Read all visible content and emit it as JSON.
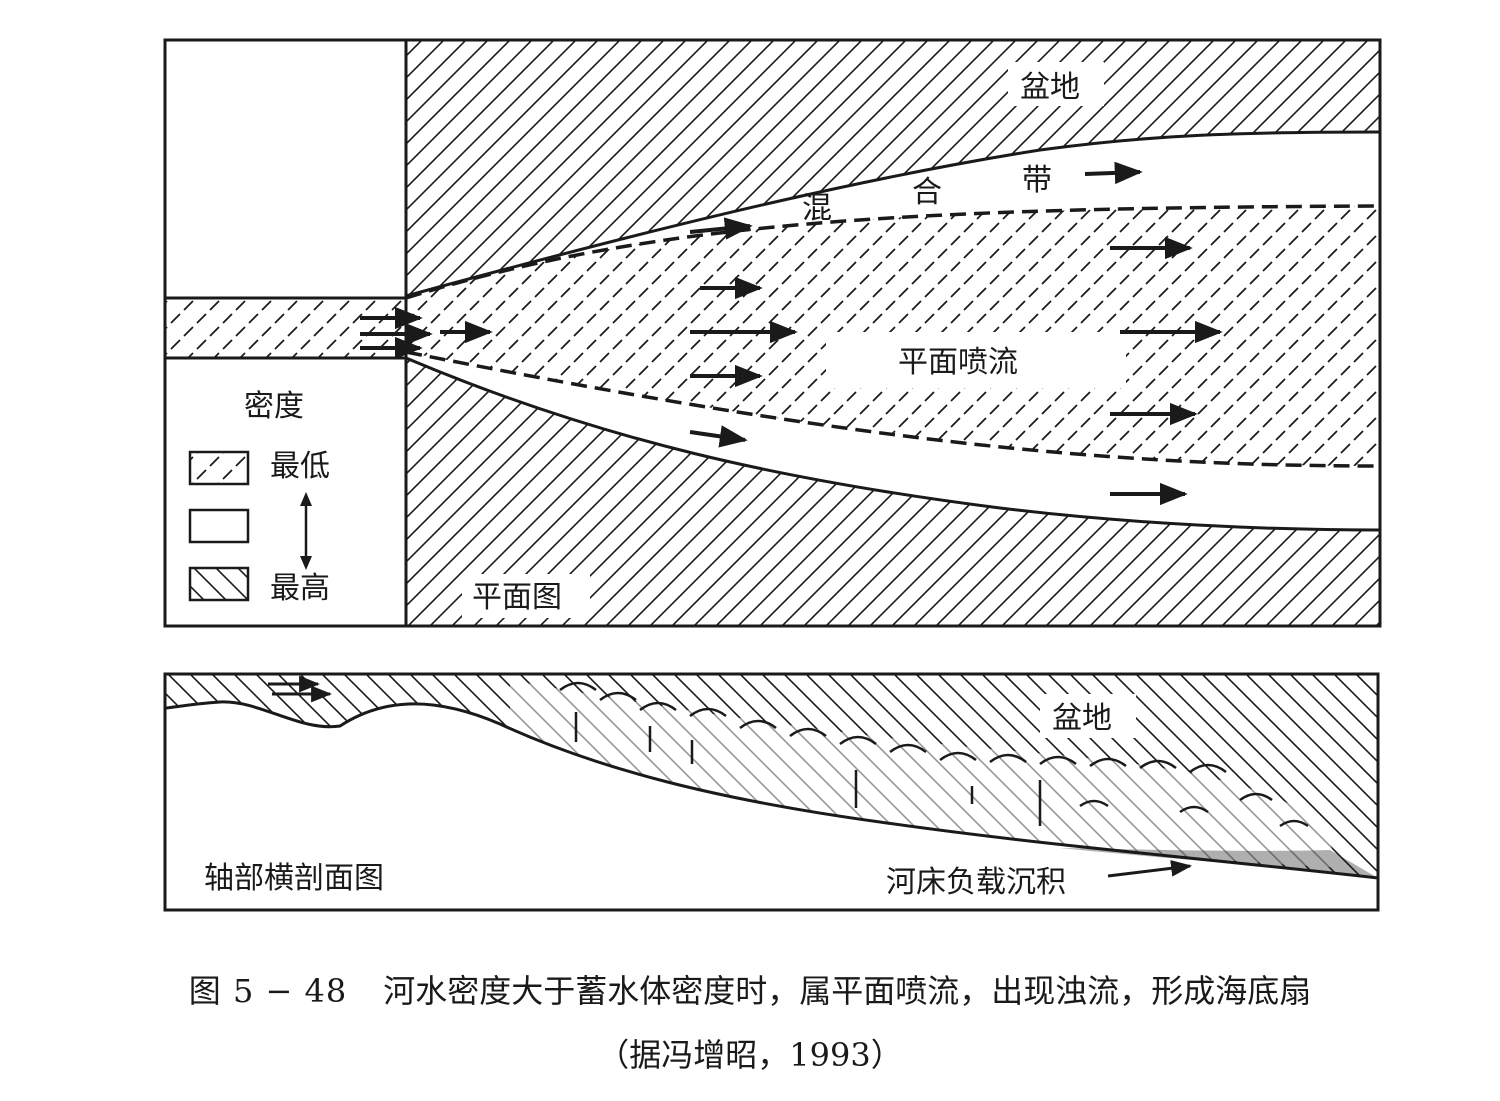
{
  "plan_view": {
    "basin_label": "盆地",
    "mixing_zone_label": [
      "混",
      "合",
      "带"
    ],
    "jet_label": "平面喷流",
    "view_label": "平面图"
  },
  "legend": {
    "title": "密度",
    "low_label": "最低",
    "high_label": "最高"
  },
  "section_view": {
    "basin_label": "盆地",
    "view_label": "轴部横剖面图",
    "bedload_label": "河床负载沉积"
  },
  "caption": {
    "figure_number": "图 5 − 48",
    "text": "河水密度大于蓄水体密度时，属平面喷流，出现浊流，形成海底扇",
    "source": "（据冯增昭，1993）"
  },
  "colors": {
    "ink": "#1a1a1a",
    "paper": "#ffffff"
  }
}
